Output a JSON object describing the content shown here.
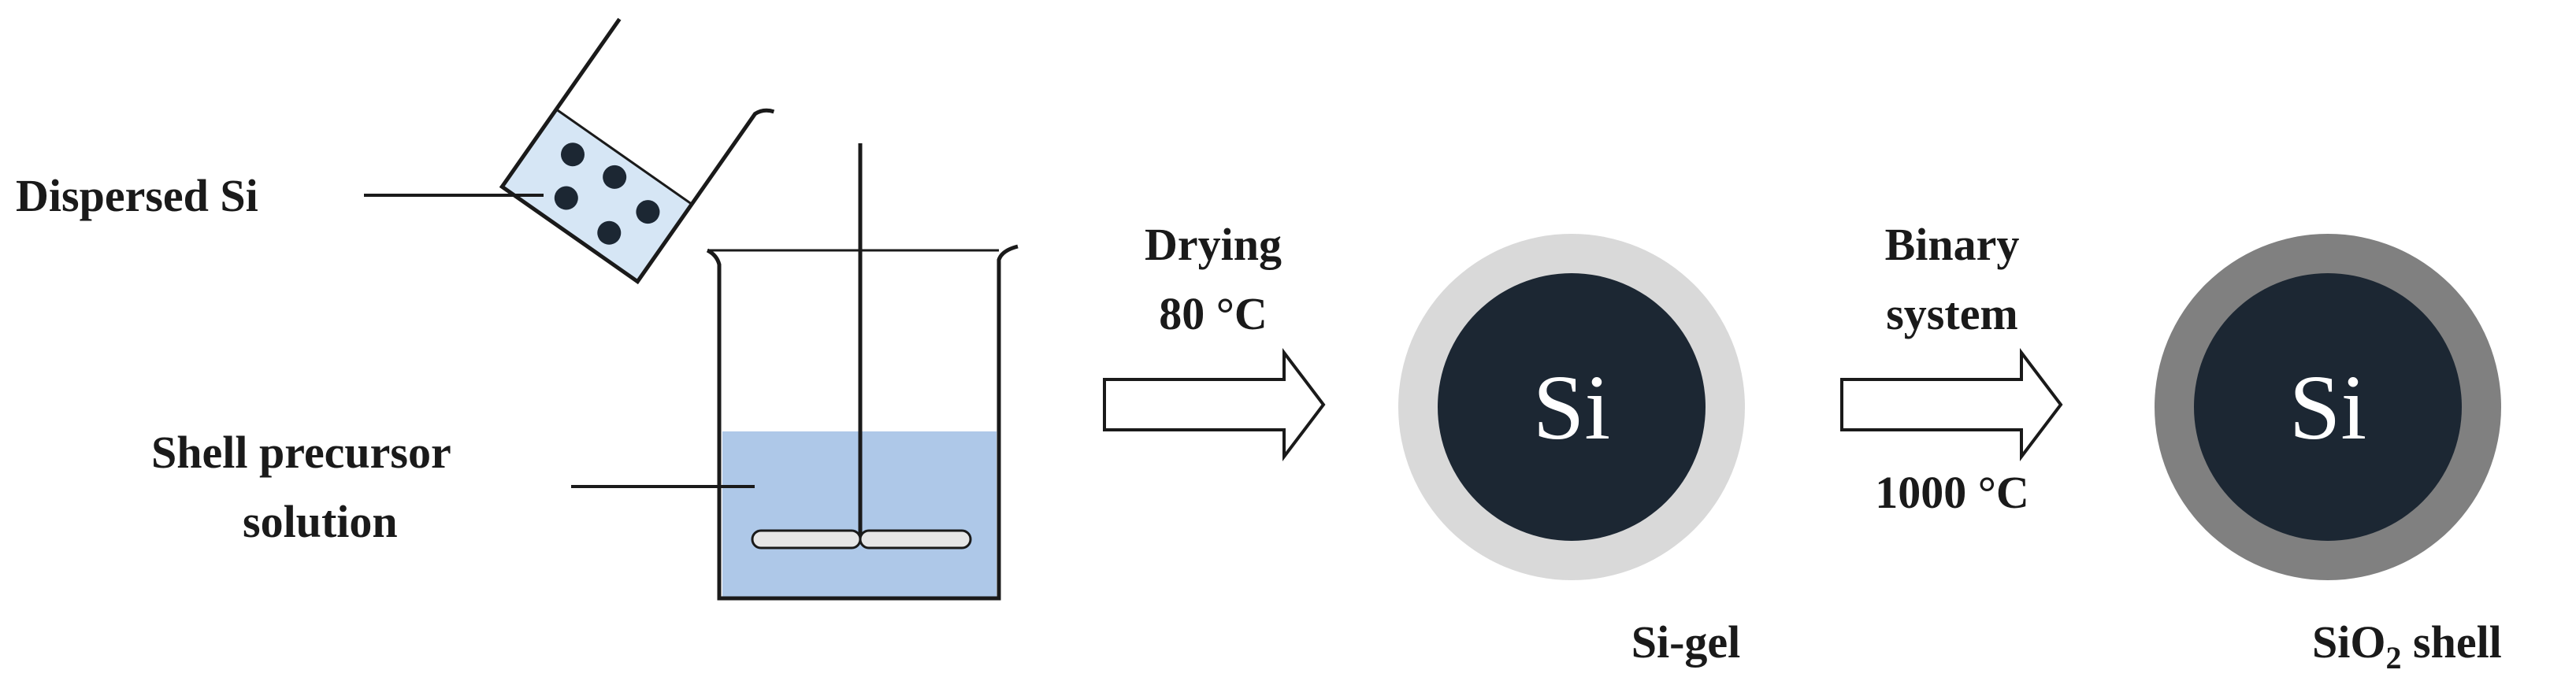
{
  "labels": {
    "dispersed_si": "Dispersed Si",
    "shell_precursor_line1": "Shell precursor",
    "shell_precursor_line2": "solution",
    "step1_line1": "Drying",
    "step1_line2": "80 °C",
    "step2_line1": "Binary",
    "step2_line2": "system",
    "step2_line3": "1000 °C",
    "core_text_1": "Si",
    "core_text_2": "Si",
    "product1": "Si-gel",
    "product2_prefix": "SiO",
    "product2_sub": "2",
    "product2_suffix": " shell"
  },
  "colors": {
    "outline": "#1a1a1a",
    "solution": "#aec8e8",
    "small_beaker_liquid": "#d6e6f5",
    "core": "#1c2733",
    "gel_shell": "#d9d9d9",
    "sio2_shell": "#808080",
    "stirrer_blade": "#e6e6e6"
  },
  "icons": [
    "tilted-beaker-icon",
    "beaker-with-stirrer-icon",
    "process-arrow-icon"
  ]
}
